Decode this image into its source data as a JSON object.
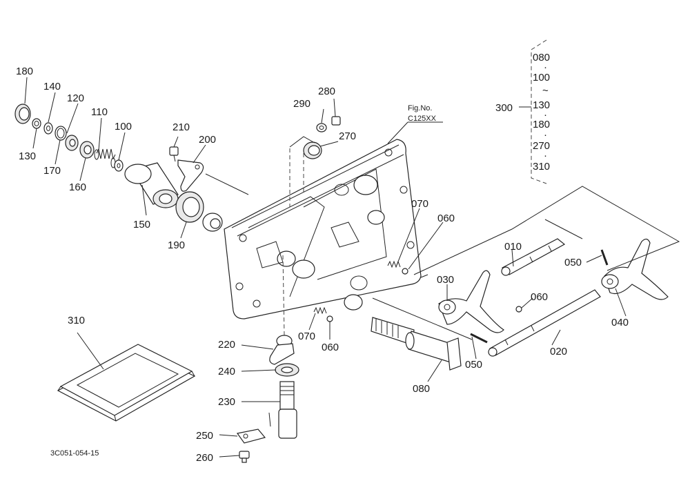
{
  "figure": {
    "fig_ref_label": "Fig.No.",
    "fig_ref_value": "C125XX",
    "drawing_code": "3C051-054-15"
  },
  "callouts": {
    "c180": "180",
    "c140": "140",
    "c120": "120",
    "c110": "110",
    "c100": "100",
    "c130": "130",
    "c170": "170",
    "c160": "160",
    "c150": "150",
    "c190": "190",
    "c210": "210",
    "c200": "200",
    "c290": "290",
    "c280": "280",
    "c270": "270",
    "c070a": "070",
    "c060a": "060",
    "c010": "010",
    "c050a": "050",
    "c030": "030",
    "c060b": "060",
    "c040": "040",
    "c070b": "070",
    "c060c": "060",
    "c050b": "050",
    "c020": "020",
    "c080": "080",
    "c220": "220",
    "c240": "240",
    "c230": "230",
    "c250": "250",
    "c260": "260",
    "c310": "310"
  },
  "kit": {
    "label": "300",
    "items": [
      "080",
      "100",
      "130",
      "180",
      "270",
      "310"
    ],
    "separators": [
      "·",
      "~",
      "·",
      "·",
      "·"
    ]
  }
}
